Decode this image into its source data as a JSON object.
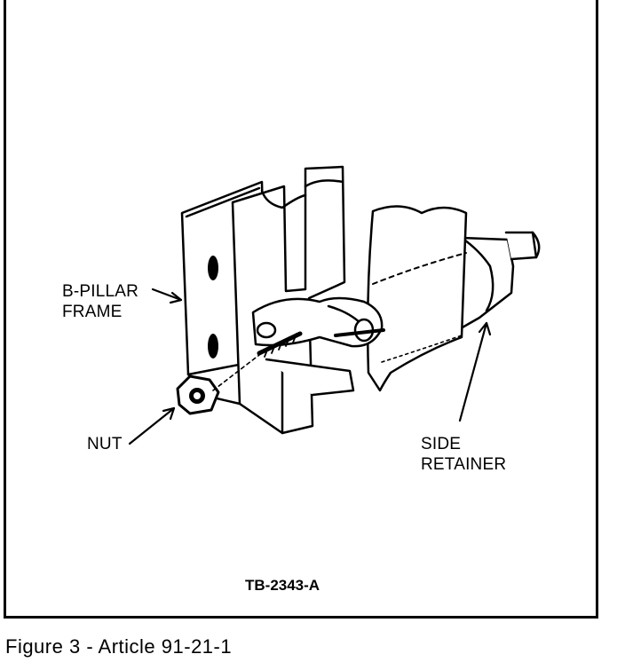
{
  "figure": {
    "labels": {
      "b_pillar_line1": "B-PILLAR",
      "b_pillar_line2": "FRAME",
      "nut": "NUT",
      "side_line1": "SIDE",
      "side_line2": "RETAINER"
    },
    "code": "TB-2343-A"
  },
  "caption": "Figure 3 - Article 91-21-1"
}
